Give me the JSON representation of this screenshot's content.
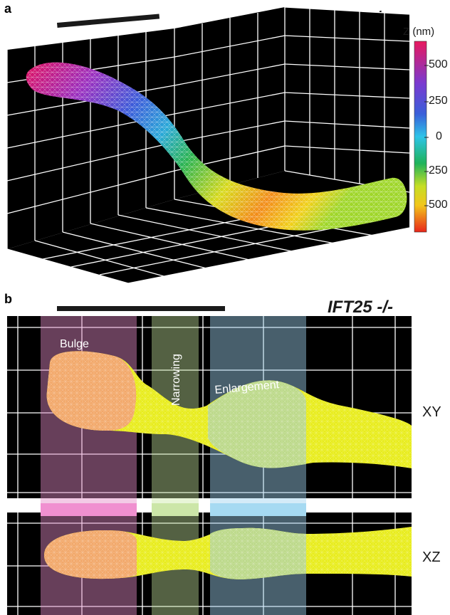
{
  "panel_a": {
    "letter": "a",
    "title": "wt",
    "colorbar": {
      "label": "Z (nm)",
      "ticks": [
        "500",
        "250",
        "0",
        "250",
        "500"
      ],
      "colors": [
        "#e0115f",
        "#8a2be2",
        "#3b5bd9",
        "#29b6e8",
        "#22b35a",
        "#9fd62a",
        "#f2e21a",
        "#f7a21a",
        "#e8261a"
      ]
    }
  },
  "panel_b": {
    "letter": "b",
    "title": "IFT25 -/-",
    "regions": [
      {
        "name": "Bulge",
        "color": "#e58cc8"
      },
      {
        "name": "Narrowing",
        "color": "#c8e6a0"
      },
      {
        "name": "Enlargement",
        "color": "#9fd2f0"
      }
    ],
    "views": [
      "XY",
      "XZ"
    ]
  }
}
